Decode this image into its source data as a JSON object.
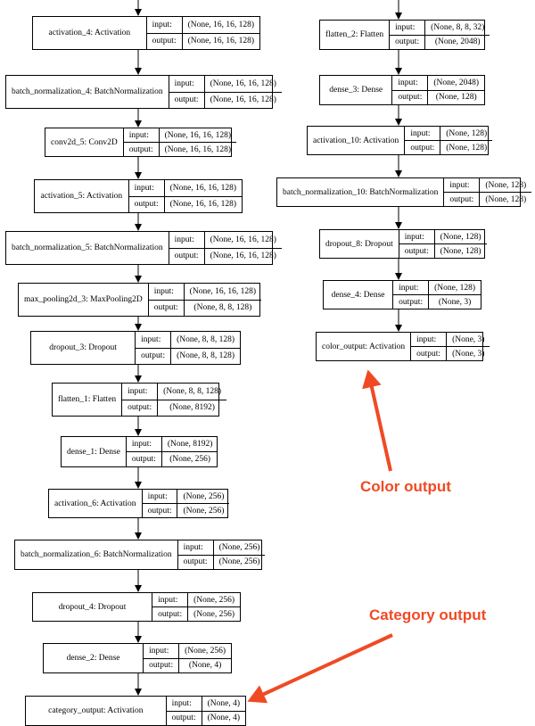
{
  "io_keys": {
    "input": "input:",
    "output": "output:"
  },
  "annotations": {
    "color_output": "Color output",
    "category_output": "Category output"
  },
  "colors": {
    "annotation": "#f04a24",
    "edge": "#000000",
    "node_border": "#000000"
  },
  "left_branch": [
    {
      "id": "activation_4",
      "label": "activation_4: Activation",
      "input": "(None, 16, 16, 128)",
      "output": "(None, 16, 16, 128)"
    },
    {
      "id": "batch_normalization_4",
      "label": "batch_normalization_4: BatchNormalization",
      "input": "(None, 16, 16, 128)",
      "output": "(None, 16, 16, 128)"
    },
    {
      "id": "conv2d_5",
      "label": "conv2d_5: Conv2D",
      "input": "(None, 16, 16, 128)",
      "output": "(None, 16, 16, 128)"
    },
    {
      "id": "activation_5",
      "label": "activation_5: Activation",
      "input": "(None, 16, 16, 128)",
      "output": "(None, 16, 16, 128)"
    },
    {
      "id": "batch_normalization_5",
      "label": "batch_normalization_5: BatchNormalization",
      "input": "(None, 16, 16, 128)",
      "output": "(None, 16, 16, 128)"
    },
    {
      "id": "max_pooling2d_3",
      "label": "max_pooling2d_3: MaxPooling2D",
      "input": "(None, 16, 16, 128)",
      "output": "(None, 8, 8, 128)"
    },
    {
      "id": "dropout_3",
      "label": "dropout_3: Dropout",
      "input": "(None, 8, 8, 128)",
      "output": "(None, 8, 8, 128)"
    },
    {
      "id": "flatten_1",
      "label": "flatten_1: Flatten",
      "input": "(None, 8, 8, 128)",
      "output": "(None, 8192)"
    },
    {
      "id": "dense_1",
      "label": "dense_1: Dense",
      "input": "(None, 8192)",
      "output": "(None, 256)"
    },
    {
      "id": "activation_6",
      "label": "activation_6: Activation",
      "input": "(None, 256)",
      "output": "(None, 256)"
    },
    {
      "id": "batch_normalization_6",
      "label": "batch_normalization_6: BatchNormalization",
      "input": "(None, 256)",
      "output": "(None, 256)"
    },
    {
      "id": "dropout_4",
      "label": "dropout_4: Dropout",
      "input": "(None, 256)",
      "output": "(None, 256)"
    },
    {
      "id": "dense_2",
      "label": "dense_2: Dense",
      "input": "(None, 256)",
      "output": "(None, 4)"
    },
    {
      "id": "category_output",
      "label": "category_output: Activation",
      "input": "(None, 4)",
      "output": "(None, 4)"
    }
  ],
  "right_branch": [
    {
      "id": "flatten_2",
      "label": "flatten_2: Flatten",
      "input": "(None, 8, 8, 32)",
      "output": "(None, 2048)"
    },
    {
      "id": "dense_3",
      "label": "dense_3: Dense",
      "input": "(None, 2048)",
      "output": "(None, 128)"
    },
    {
      "id": "activation_10",
      "label": "activation_10: Activation",
      "input": "(None, 128)",
      "output": "(None, 128)"
    },
    {
      "id": "batch_normalization_10",
      "label": "batch_normalization_10: BatchNormalization",
      "input": "(None, 128)",
      "output": "(None, 128)"
    },
    {
      "id": "dropout_8",
      "label": "dropout_8: Dropout",
      "input": "(None, 128)",
      "output": "(None, 128)"
    },
    {
      "id": "dense_4",
      "label": "dense_4: Dense",
      "input": "(None, 128)",
      "output": "(None, 3)"
    },
    {
      "id": "color_output",
      "label": "color_output: Activation",
      "input": "(None, 3)",
      "output": "(None, 3)"
    }
  ]
}
